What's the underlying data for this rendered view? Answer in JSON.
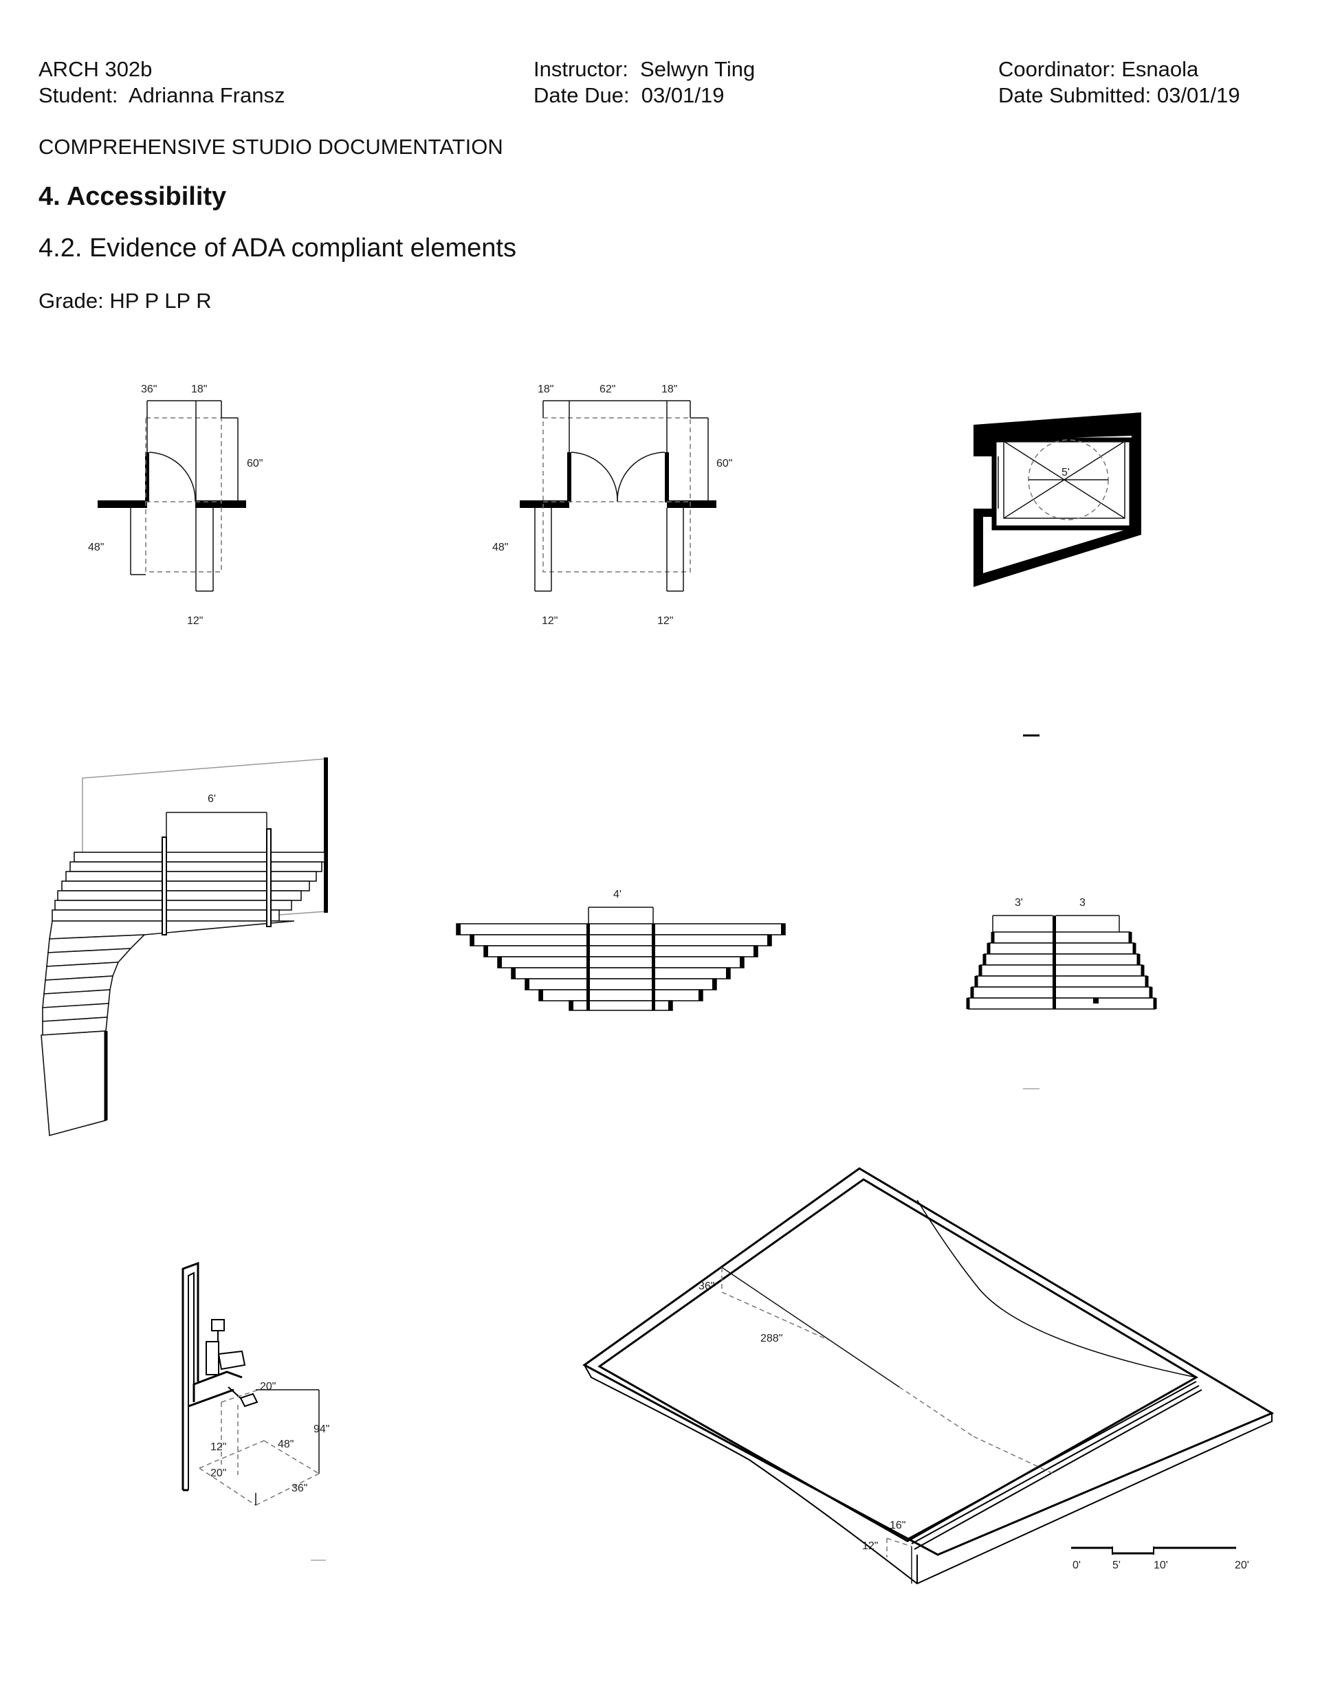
{
  "header": {
    "course": "ARCH 302b",
    "student": "Student:  Adrianna Fransz",
    "instructor": "Instructor:  Selwyn Ting",
    "date_due": "Date Due:  03/01/19",
    "coordinator": "Coordinator: Esnaola",
    "date_submitted": "Date Submitted: 03/01/19"
  },
  "doc_title": "COMPREHENSIVE STUDIO DOCUMENTATION",
  "section_heading": "4. Accessibility",
  "subsection_heading": "4.2. Evidence of ADA compliant elements",
  "grade": "Grade: HP P LP R",
  "drawings": {
    "single_door": {
      "dims": [
        "36\"",
        "18\"",
        "60\"",
        "48\"",
        "12\""
      ]
    },
    "double_door": {
      "dims": [
        "18\"",
        "62\"",
        "18\"",
        "60\"",
        "48\"",
        "12\"",
        "12\""
      ]
    },
    "elevator": {
      "dims": [
        "5'"
      ]
    },
    "curved_stair": {
      "dims": [
        "6'"
      ]
    },
    "stepped_stair": {
      "dims": [
        "4'"
      ]
    },
    "small_stair": {
      "dims": [
        "3'",
        "3"
      ]
    },
    "restroom_fixture": {
      "dims": [
        "20\"",
        "94\"",
        "48\"",
        "12\"",
        "20\"",
        "36\""
      ]
    },
    "ramp": {
      "dims": [
        "36\"",
        "288\"",
        "16\"",
        "12\""
      ]
    },
    "scale_bar": {
      "labels": [
        "0'",
        "5'",
        "10'",
        "20'"
      ]
    }
  }
}
